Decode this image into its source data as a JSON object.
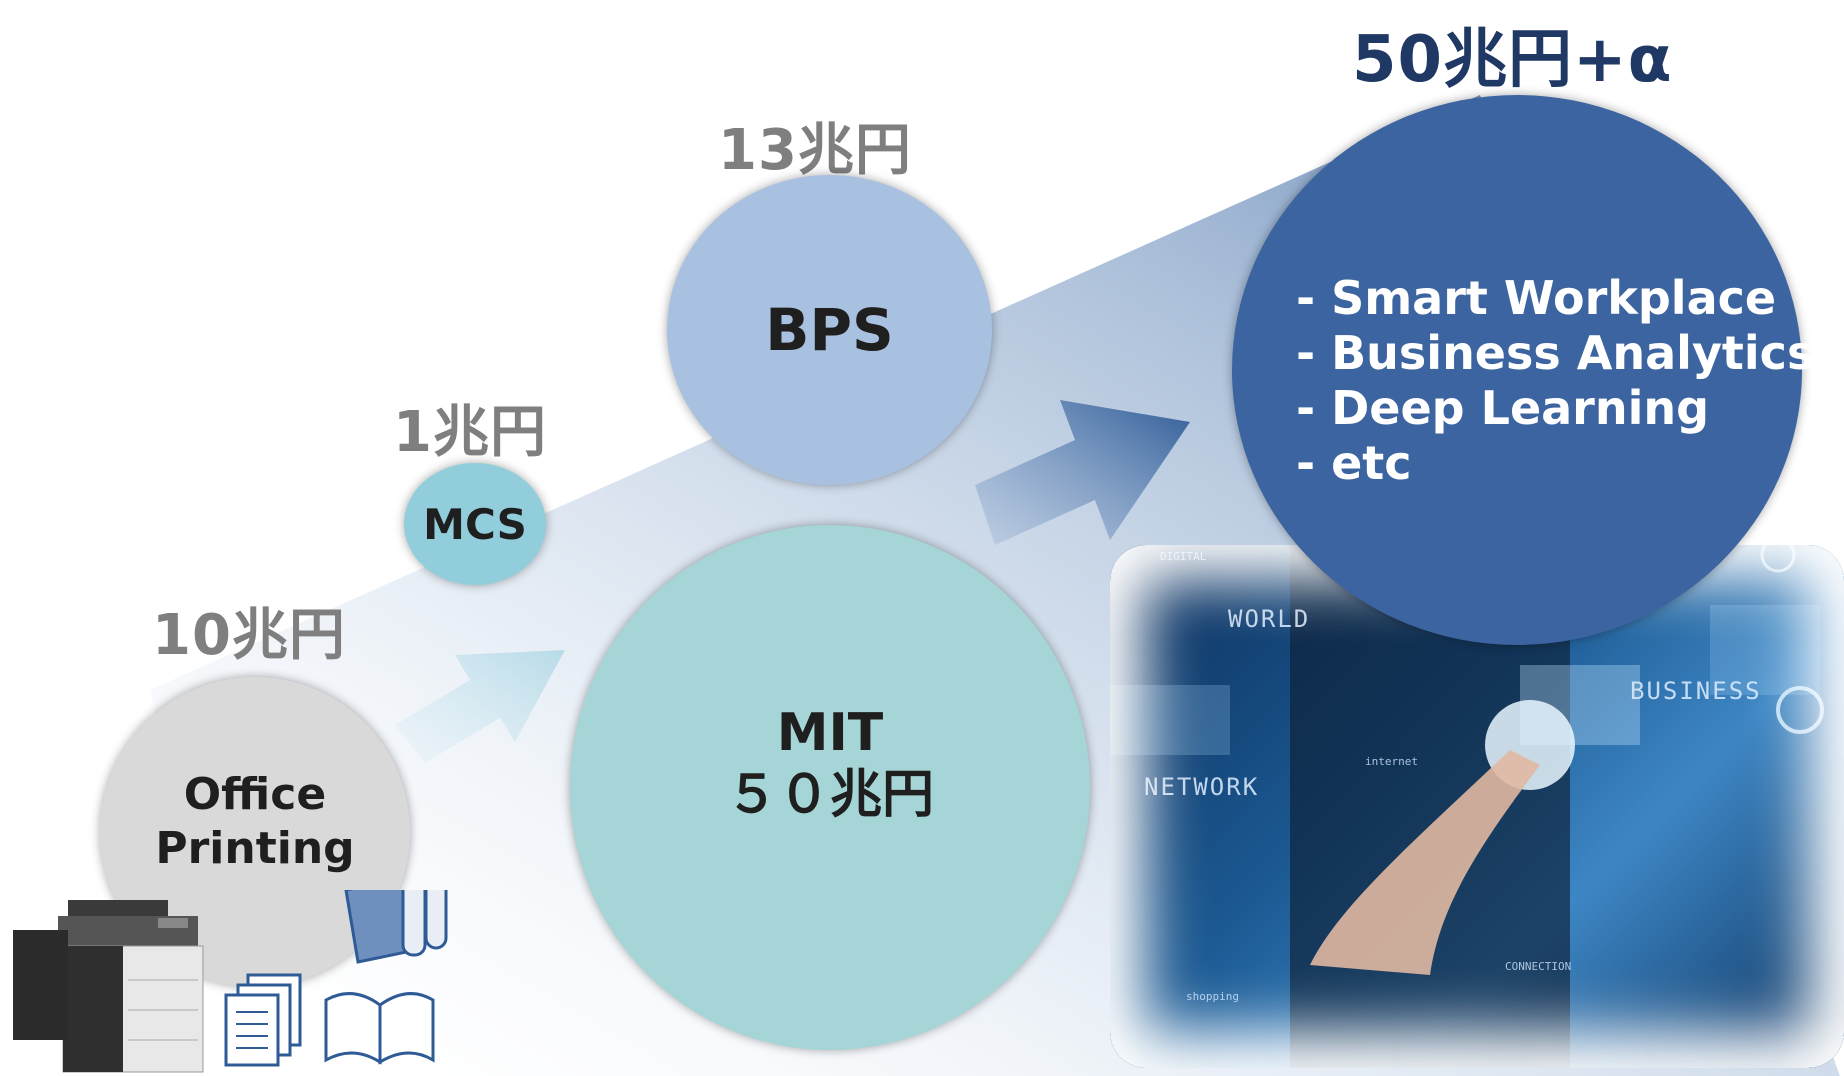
{
  "markets": {
    "office_printing": {
      "value": "10兆円",
      "label_line1": "Office",
      "label_line2": "Printing"
    },
    "mcs": {
      "value": "1兆円",
      "label": "MCS"
    },
    "bps": {
      "value": "13兆円",
      "label": "BPS"
    },
    "mit": {
      "label_line1": "MIT",
      "label_line2": "５０兆円"
    },
    "future": {
      "value": "50兆円+α",
      "items": [
        "- Smart Workplace",
        "- Business Analytics",
        "- Deep Learning",
        "- etc"
      ]
    }
  },
  "photo_words": {
    "world": "WORLD",
    "business": "BUSINESS",
    "network": "NETWORK",
    "digital": "DIGITAL",
    "internet": "internet",
    "connection": "CONNECTION",
    "shopping": "shopping"
  },
  "icons": [
    "printer-icon",
    "documents-icon",
    "open-book-icon",
    "paper-rolls-icon",
    "arrow-right-icon"
  ],
  "colors": {
    "office_circle": "#d9d9d9",
    "mcs_circle": "#92cddc",
    "bps_circle": "#a9c1e0",
    "mit_circle": "#a5d5d6",
    "future_circle": "#3c64a0",
    "value_text": "#7f7f7f",
    "future_value_text": "#1f3864"
  }
}
